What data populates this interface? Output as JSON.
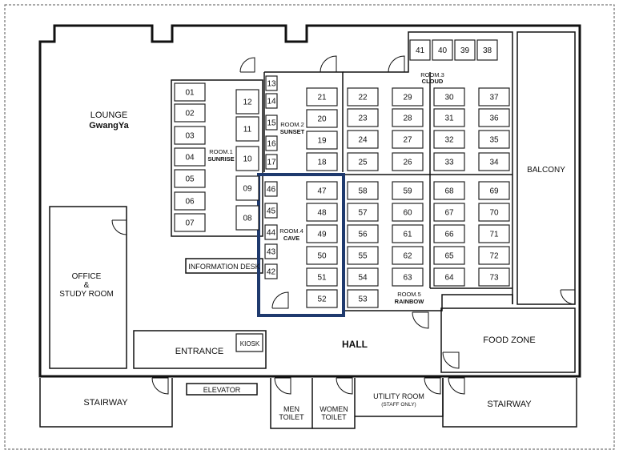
{
  "areas": {
    "lounge": "LOUNGE",
    "lounge_name": "GwangYa",
    "office_1": "OFFICE",
    "office_2": "&",
    "office_3": "STUDY ROOM",
    "info_desk": "INFORMATION DESK",
    "entrance": "ENTRANCE",
    "kiosk": "KIOSK",
    "hall": "HALL",
    "elevator": "ELEVATOR",
    "stairway_left": "STAIRWAY",
    "stairway_right": "STAIRWAY",
    "men_1": "MEN",
    "men_2": "TOILET",
    "women_1": "WOMEN",
    "women_2": "TOILET",
    "utility_1": "UTILITY ROOM",
    "utility_2": "(STAFF ONLY)",
    "food_zone": "FOOD ZONE",
    "balcony": "BALCONY"
  },
  "rooms": {
    "room1": {
      "num": "ROOM.1",
      "name": "SUNRISE"
    },
    "room2": {
      "num": "ROOM.2",
      "name": "SUNSET"
    },
    "room3": {
      "num": "ROOM.3",
      "name": "CLOUD"
    },
    "room4": {
      "num": "ROOM.4",
      "name": "CAVE"
    },
    "room5": {
      "num": "ROOM.5",
      "name": "RAINBOW"
    }
  },
  "seats": [
    "01",
    "02",
    "03",
    "04",
    "05",
    "06",
    "07",
    "08",
    "09",
    "10",
    "11",
    "12",
    "13",
    "14",
    "15",
    "16",
    "17",
    "18",
    "19",
    "20",
    "21",
    "22",
    "23",
    "24",
    "25",
    "26",
    "27",
    "28",
    "29",
    "30",
    "31",
    "32",
    "33",
    "34",
    "35",
    "36",
    "37",
    "38",
    "39",
    "40",
    "41",
    "42",
    "43",
    "44",
    "45",
    "46",
    "47",
    "48",
    "49",
    "50",
    "51",
    "52",
    "53",
    "54",
    "55",
    "56",
    "57",
    "58",
    "59",
    "60",
    "61",
    "62",
    "63",
    "64",
    "65",
    "66",
    "67",
    "68",
    "69",
    "70",
    "71",
    "72",
    "73"
  ],
  "colors": {
    "highlight": "#1f3a6e",
    "wall": "#111111"
  }
}
